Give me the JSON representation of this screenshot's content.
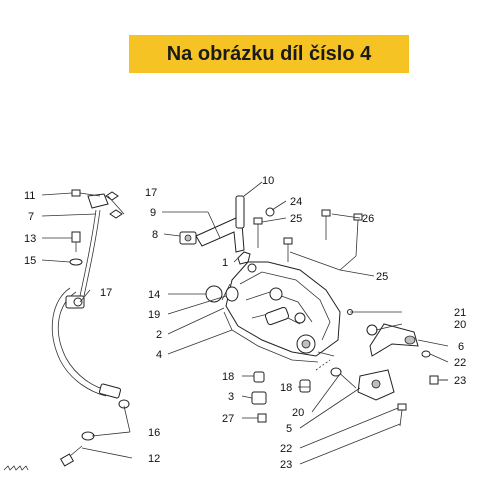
{
  "banner": {
    "text": "Na obrázku díl číslo 4",
    "color": "#f6c324"
  },
  "labels": {
    "l1": "1",
    "l2": "2",
    "l3": "3",
    "l4": "4",
    "l5": "5",
    "l6": "6",
    "l7": "7",
    "l8": "8",
    "l9": "9",
    "l10": "10",
    "l11": "11",
    "l12": "12",
    "l13": "13",
    "l14": "14",
    "l15": "15",
    "l16": "16",
    "l17a": "17",
    "l17b": "17",
    "l18a": "18",
    "l18b": "18",
    "l19": "19",
    "l20a": "20",
    "l20b": "20",
    "l21": "21",
    "l22a": "22",
    "l22b": "22",
    "l23a": "23",
    "l23b": "23",
    "l24": "24",
    "l25a": "25",
    "l25b": "25",
    "l26": "26",
    "l27": "27"
  }
}
